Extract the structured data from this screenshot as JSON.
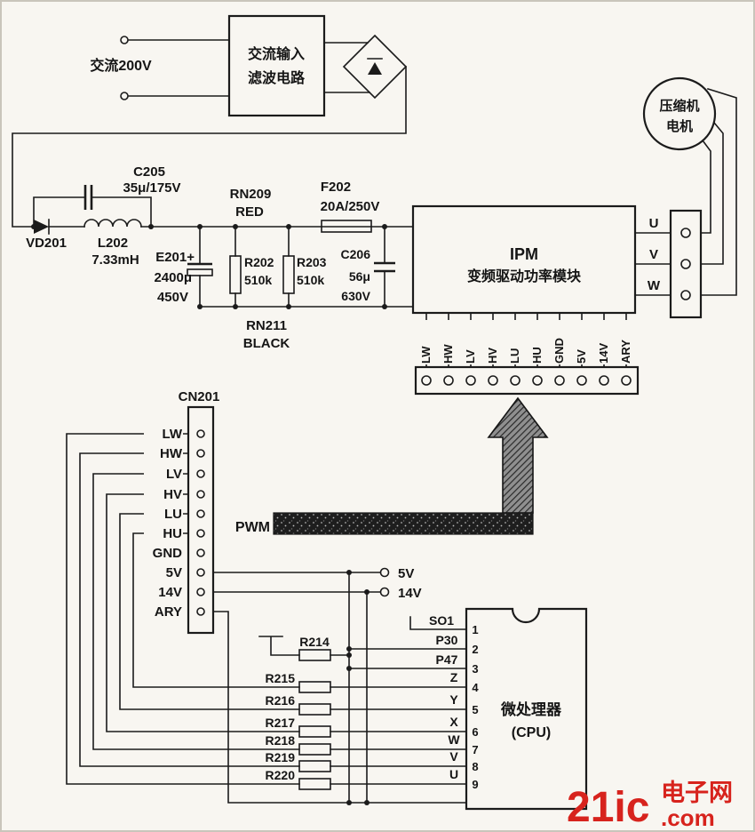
{
  "colors": {
    "line": "#1b1b1b",
    "background": "#f8f6f1",
    "watermark_red": "#d7231d"
  },
  "top": {
    "ac_label": "交流200V",
    "filter_line1": "交流输入",
    "filter_line2": "滤波电路",
    "motor_line1": "压缩机",
    "motor_line2": "电机"
  },
  "power": {
    "c205_name": "C205",
    "c205_val": "35μ/175V",
    "vd201": "VD201",
    "l202_name": "L202",
    "l202_val": "7.33mH",
    "e201_name": "E201+",
    "e201_val1": "2400μ",
    "e201_val2": "450V",
    "rn209_name": "RN209",
    "rn209_val": "RED",
    "r202_name": "R202",
    "r202_val": "510k",
    "r203_name": "R203",
    "r203_val": "510k",
    "rn211_name": "RN211",
    "rn211_val": "BLACK",
    "c206_name": "C206",
    "c206_val1": "56μ",
    "c206_val2": "630V",
    "f202_name": "F202",
    "f202_val": "20A/250V"
  },
  "ipm": {
    "line1": "IPM",
    "line2": "变频驱动功率模块",
    "phases": [
      "U",
      "V",
      "W"
    ],
    "pins": [
      "LW",
      "HW",
      "LV",
      "HV",
      "LU",
      "HU",
      "GND",
      "5V",
      "14V",
      "ARY"
    ]
  },
  "cn201": {
    "name": "CN201",
    "pins": [
      "LW",
      "HW",
      "LV",
      "HV",
      "LU",
      "HU",
      "GND",
      "5V",
      "14V",
      "ARY"
    ]
  },
  "signals": {
    "pwm": "PWM",
    "v5": "5V",
    "v14": "14V"
  },
  "cpu": {
    "line1": "微处理器",
    "line2": "(CPU)",
    "so1": "SO1",
    "p30": "P30",
    "p47": "P47",
    "pin_numbers": [
      "1",
      "2",
      "3",
      "4",
      "5",
      "6",
      "7",
      "8",
      "9"
    ],
    "port_labels": [
      "Z",
      "Y",
      "X",
      "W",
      "V",
      "U"
    ],
    "r214": "R214",
    "resistors": [
      "R215",
      "R216",
      "R217",
      "R218",
      "R219",
      "R220"
    ]
  },
  "watermark": {
    "part1": "21ic",
    "part2": ".com",
    "part3": "电子网"
  }
}
